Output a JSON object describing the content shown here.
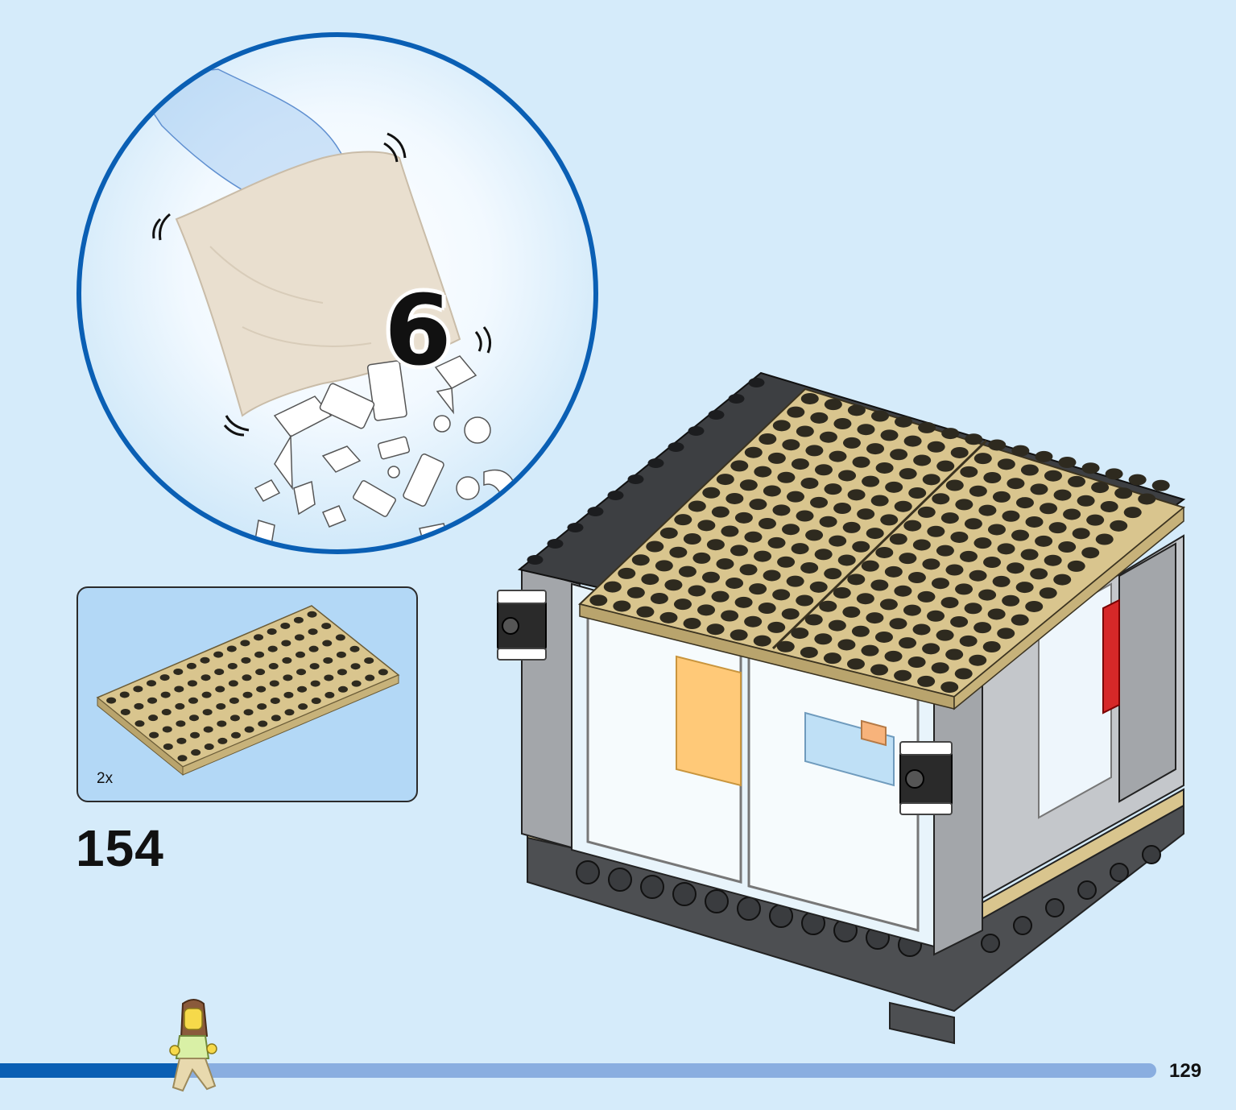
{
  "bag": {
    "number": "6"
  },
  "parts_callout": {
    "quantity": "2x",
    "part_color": "#d9c58e"
  },
  "step": {
    "number": "154"
  },
  "progress": {
    "fraction": 0.16
  },
  "page": {
    "number": "129"
  },
  "colors": {
    "background": "#d5ebfa",
    "accent_blue": "#0a5fb4",
    "progress_track": "#8aaee0",
    "tan": "#d9c58e",
    "dark_gray": "#4d4f52",
    "light_gray": "#a3a6aa"
  }
}
